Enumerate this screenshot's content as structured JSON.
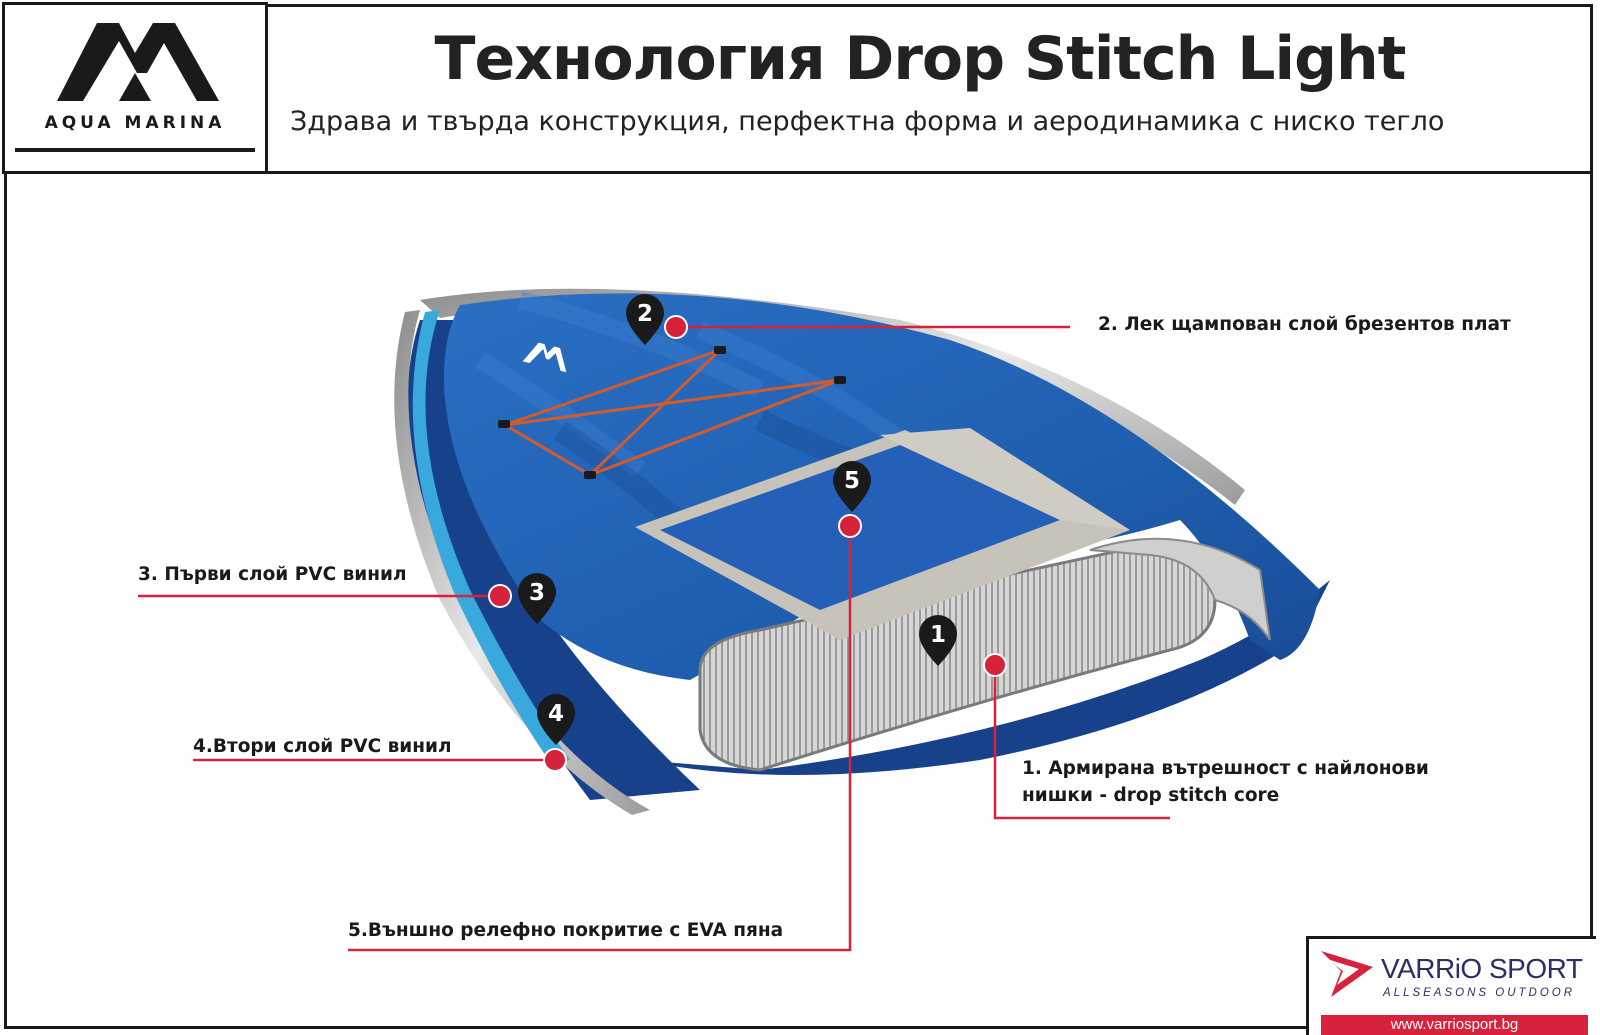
{
  "logo": {
    "brand": "AQUA MARINA"
  },
  "header": {
    "title": "Технология Drop Stitch Light",
    "subtitle": "Здрава и твърда конструкция, перфектна форма и аеродинамика с ниско тегло"
  },
  "markers": [
    {
      "number": "1"
    },
    {
      "number": "2"
    },
    {
      "number": "3"
    },
    {
      "number": "4"
    },
    {
      "number": "5"
    }
  ],
  "labels": {
    "layer1_line1": "1. Армирана вътрешност с найлонови",
    "layer1_line2": "нишки - drop stitch core",
    "layer2": "2. Лек щампован слой брезентов плат",
    "layer3": "3. Първи слой PVC винил",
    "layer4": "4.Втори слой PVC винил",
    "layer5": "5.Външно релефно покритие с EVA пяна"
  },
  "board": {
    "deck_logo": "AQUA MARINA"
  },
  "footer_brand": {
    "name": "VARRiO SPORT",
    "tagline": "ALLSEASONS OUTDOOR",
    "url": "www.varriosport.bg"
  },
  "colors": {
    "callout_line": "#d8223b",
    "board_blue": "#1f5fb0",
    "board_dark": "#17418a",
    "gray_layer": "#bdbdbd",
    "light_blue_layer": "#39a9dd",
    "eva_pad": "#c7c3bb"
  }
}
